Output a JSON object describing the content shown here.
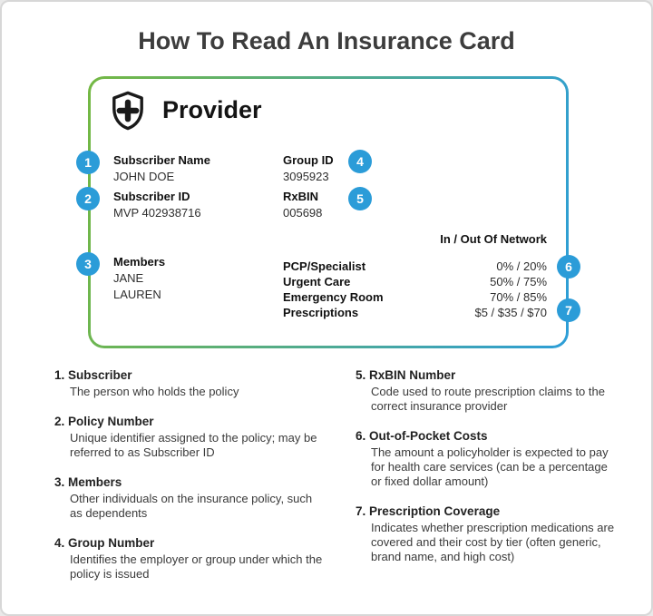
{
  "page": {
    "title": "How To Read An Insurance Card"
  },
  "colors": {
    "accent_blue": "#2b9cd8",
    "border_green": "#74b843",
    "border_blue": "#2d9ed8",
    "text_dark": "#2e2e2e"
  },
  "icons": {
    "provider_logo": "shield-cross-icon"
  },
  "card": {
    "provider_label": "Provider",
    "fields": {
      "subscriber_name_label": "Subscriber Name",
      "subscriber_name_value": "JOHN DOE",
      "subscriber_id_label": "Subscriber ID",
      "subscriber_id_value": "MVP 402938716",
      "group_id_label": "Group ID",
      "group_id_value": "3095923",
      "rxbin_label": "RxBIN",
      "rxbin_value": "005698",
      "members_label": "Members",
      "members_values": [
        "JANE",
        "LAUREN"
      ]
    },
    "network": {
      "header": "In / Out Of Network",
      "rows": [
        {
          "label": "PCP/Specialist",
          "value": "0% / 20%"
        },
        {
          "label": "Urgent Care",
          "value": "50% / 75%"
        },
        {
          "label": "Emergency Room",
          "value": "70% / 85%"
        },
        {
          "label": "Prescriptions",
          "value": "$5 / $35 / $70"
        }
      ]
    },
    "markers": {
      "m1": "1",
      "m2": "2",
      "m3": "3",
      "m4": "4",
      "m5": "5",
      "m6": "6",
      "m7": "7"
    }
  },
  "legend": {
    "left": [
      {
        "num": "1.",
        "title": "Subscriber",
        "desc": "The person who holds the policy"
      },
      {
        "num": "2.",
        "title": "Policy Number",
        "desc": "Unique identifier assigned to the policy; may be referred to as Subscriber ID"
      },
      {
        "num": "3.",
        "title": "Members",
        "desc": "Other individuals on the insurance policy, such as dependents"
      },
      {
        "num": "4.",
        "title": "Group Number",
        "desc": "Identifies the employer or group under which the policy is issued"
      }
    ],
    "right": [
      {
        "num": "5.",
        "title": "RxBIN Number",
        "desc": "Code used to route prescription claims to the correct insurance provider"
      },
      {
        "num": "6.",
        "title": "Out-of-Pocket Costs",
        "desc": "The amount a policyholder is expected to pay for health care services (can be a percentage or fixed dollar amount)"
      },
      {
        "num": "7.",
        "title": "Prescription Coverage",
        "desc": "Indicates whether prescription medications are covered and their cost by tier (often generic, brand name, and high cost)"
      }
    ]
  }
}
